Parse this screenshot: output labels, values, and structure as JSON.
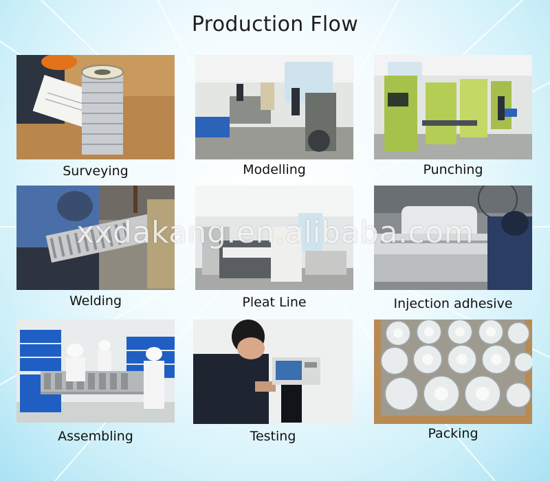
{
  "title": "Production Flow",
  "watermark": "xxdakang.en.alibaba.com",
  "steps": [
    {
      "caption": "Surveying"
    },
    {
      "caption": "Modelling"
    },
    {
      "caption": "Punching"
    },
    {
      "caption": "Welding"
    },
    {
      "caption": "Pleat Line"
    },
    {
      "caption": "Injection adhesive"
    },
    {
      "caption": "Assembling"
    },
    {
      "caption": "Testing"
    },
    {
      "caption": "Packing"
    }
  ]
}
